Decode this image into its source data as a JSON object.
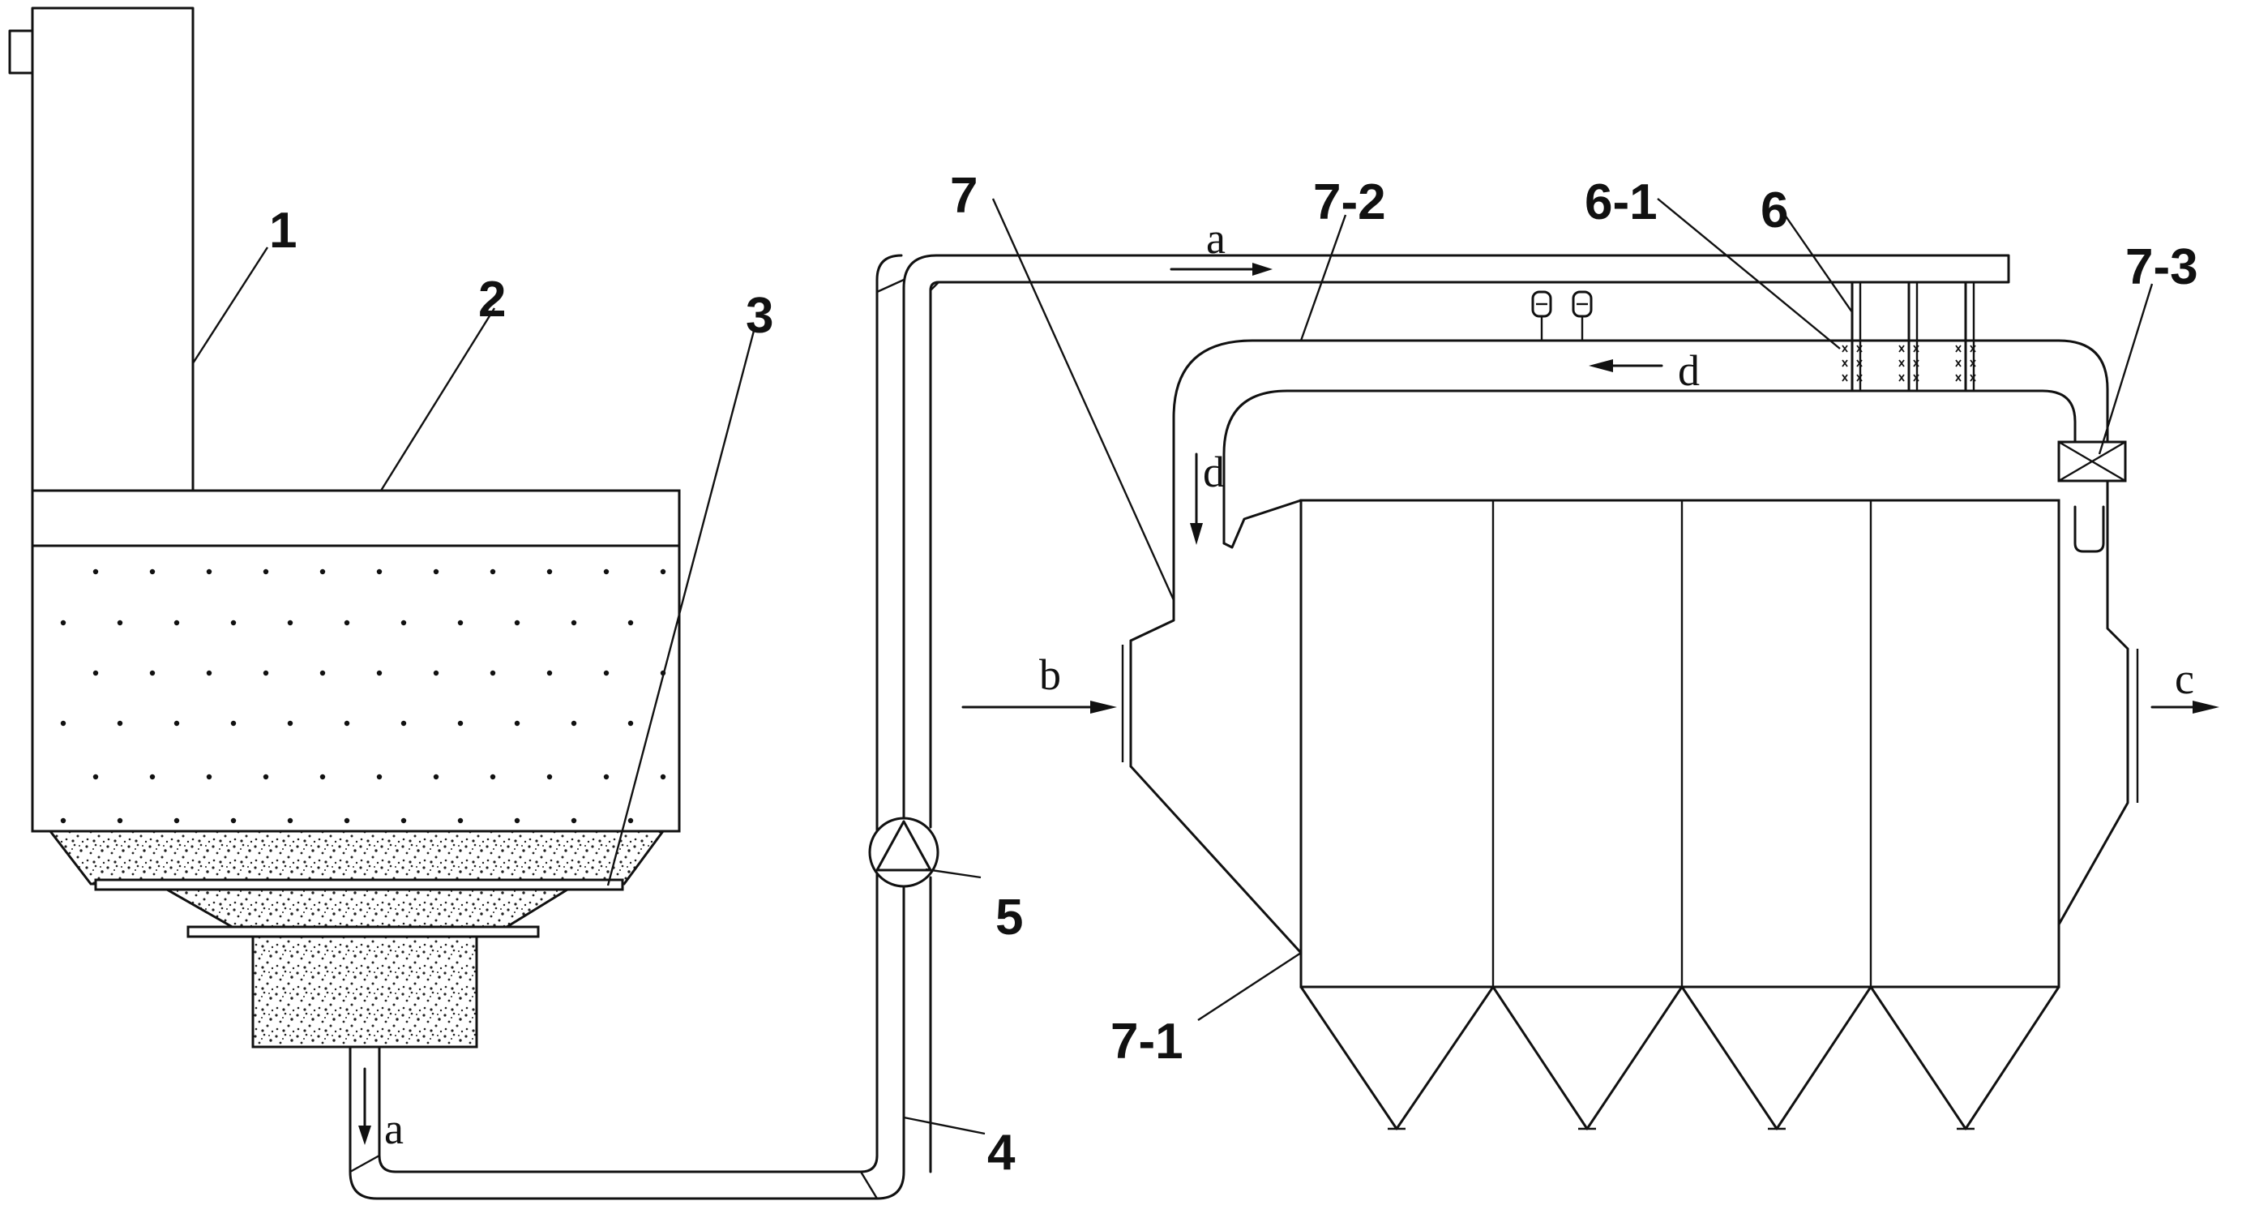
{
  "labels": {
    "l1": "1",
    "l2": "2",
    "l3": "3",
    "l4": "4",
    "l5": "5",
    "l6": "6",
    "l6_1": "6-1",
    "l7": "7",
    "l7_1": "7-1",
    "l7_2": "7-2",
    "l7_3": "7-3"
  },
  "flows": {
    "a_top": "a",
    "a_down": "a",
    "b": "b",
    "c": "c",
    "d_horizontal": "d",
    "d_vertical": "d"
  },
  "colors": {
    "line": "#111111",
    "background": "#ffffff"
  }
}
